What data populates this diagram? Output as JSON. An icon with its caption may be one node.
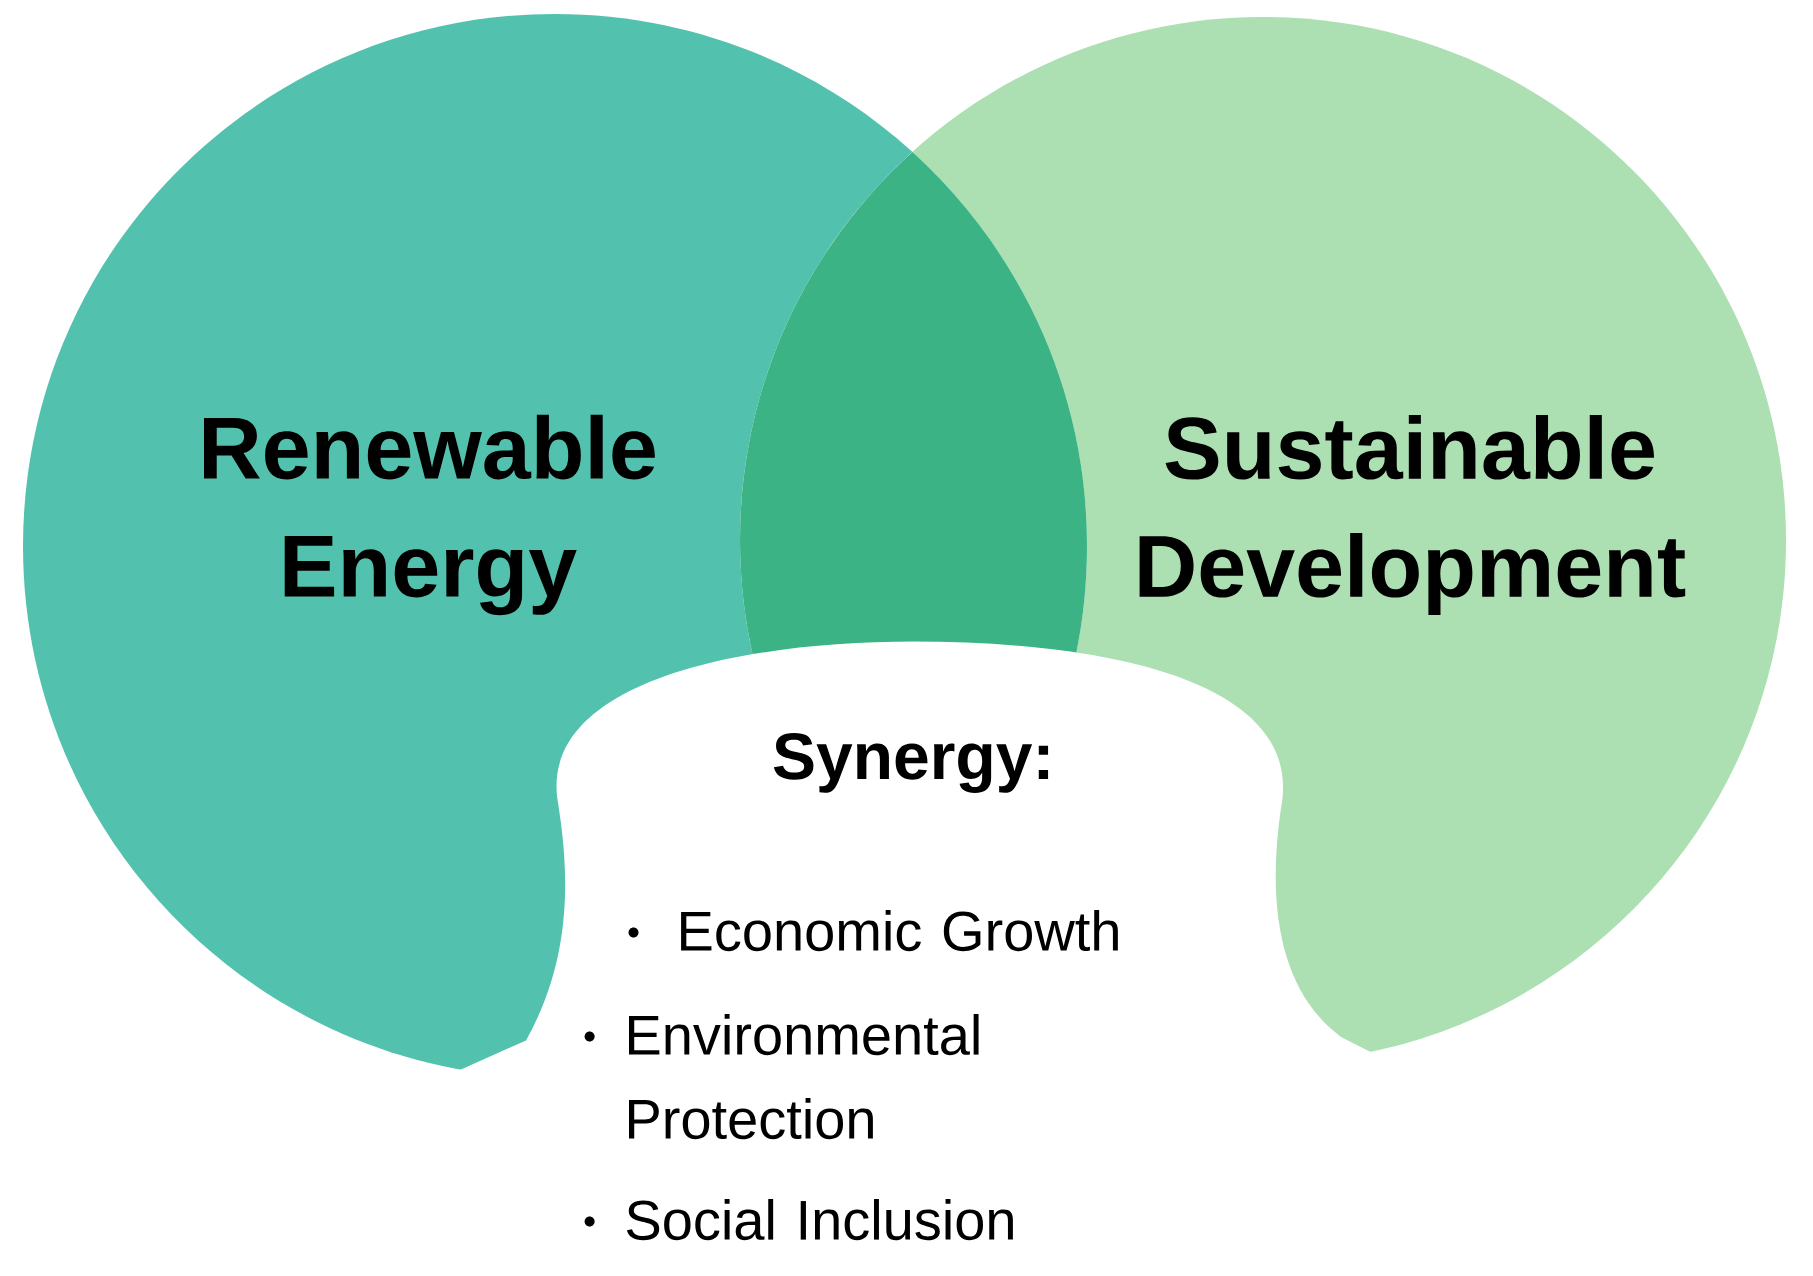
{
  "diagram": {
    "nodes": [
      {
        "text": [
          "Renewable Energy"
        ]
      },
      {
        "text": [
          "Sustainable Development"
        ]
      },
      {
        "text": [
          "Synergy:",
          "Economic Growth",
          "Environmental Protection",
          "Social Inclusion"
        ]
      }
    ]
  }
}
